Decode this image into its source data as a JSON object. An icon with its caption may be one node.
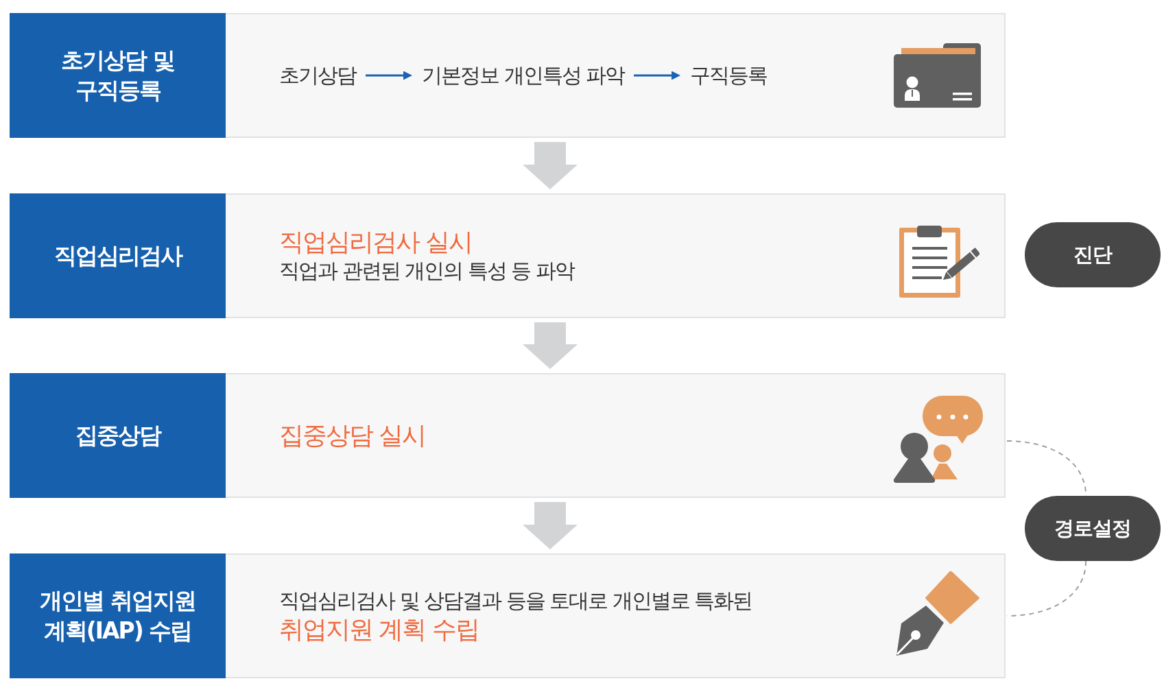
{
  "diagram": {
    "nodes": [
      {
        "text": [
          "초기상담 및 구직등록"
        ]
      },
      {
        "text": [],
        "shape": "box"
      },
      {
        "text": [
          "초기상담"
        ],
        "in": 1
      },
      {
        "text": [
          "기본정보 개인특성 파악"
        ],
        "in": 1
      },
      {
        "text": [
          "구직등록"
        ],
        "in": 1
      },
      {
        "text": [
          "직업심리검사"
        ]
      },
      {
        "text": [
          "직업심리검사 실시",
          "직업과 관련된 개인의 특성 등 파악"
        ]
      },
      {
        "text": [
          "진단"
        ]
      },
      {
        "text": [
          "집중상담"
        ]
      },
      {
        "text": [
          "집중상담 실시"
        ]
      },
      {
        "text": [
          "경로설정"
        ]
      },
      {
        "text": [
          "개인별 취업지원 계획(IAP) 수립"
        ]
      },
      {
        "text": [
          "직업심리검사 및 상담결과 등을 토대로 개인별로 특화된",
          "취업지원 계획 수립"
        ]
      }
    ],
    "edges": [
      {
        "from": 2,
        "to": 3,
        "arrow": "to",
        "color": "#1a62b4"
      },
      {
        "from": 3,
        "to": 4,
        "arrow": "to",
        "color": "#1a62b4"
      },
      {
        "from": 1,
        "to": 6,
        "arrow": "to",
        "style": "thick"
      },
      {
        "from": 6,
        "to": 9,
        "arrow": "to",
        "style": "thick"
      },
      {
        "from": 9,
        "to": 12,
        "arrow": "to",
        "style": "thick"
      },
      {
        "from": 9,
        "to": 10,
        "arrow": "none",
        "style": "dashed",
        "color": "#9e9e9e"
      },
      {
        "from": 10,
        "to": 12,
        "arrow": "none",
        "style": "dashed",
        "color": "#9e9e9e"
      }
    ]
  }
}
